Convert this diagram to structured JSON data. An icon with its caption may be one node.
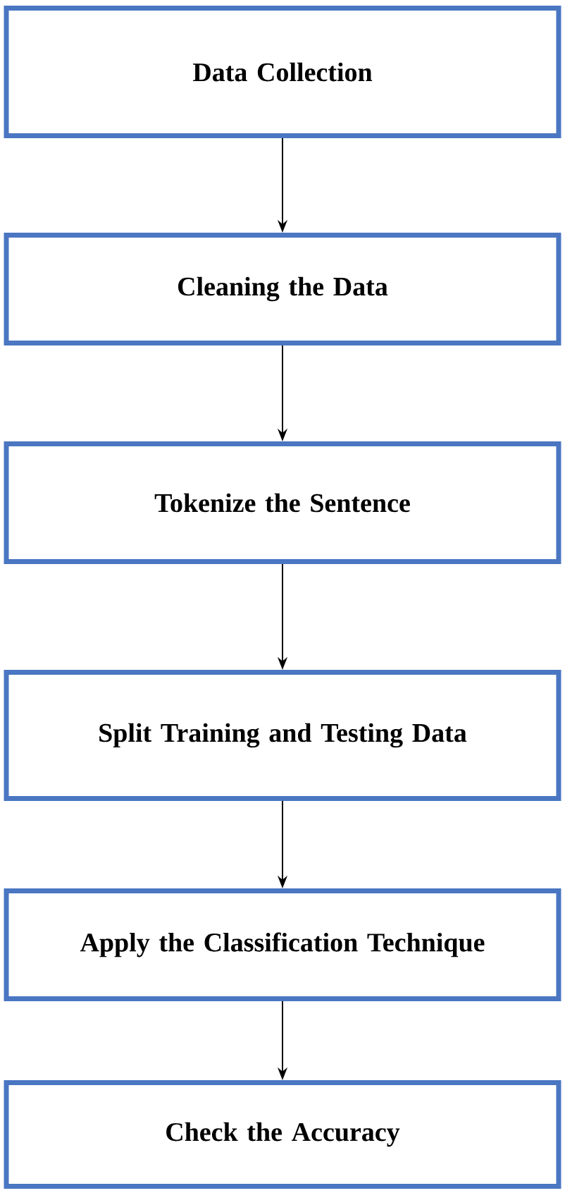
{
  "diagram": {
    "nodes": [
      {
        "text": [
          "Data Collection"
        ]
      },
      {
        "text": [
          "Cleaning the Data"
        ]
      },
      {
        "text": [
          "Tokenize the Sentence"
        ]
      },
      {
        "text": [
          "Split Training and Testing Data"
        ]
      },
      {
        "text": [
          "Apply the Classification Technique"
        ]
      },
      {
        "text": [
          "Check the Accuracy"
        ]
      }
    ],
    "edges": [
      {
        "from": 0,
        "to": 1,
        "arrow": "to"
      },
      {
        "from": 1,
        "to": 2,
        "arrow": "to"
      },
      {
        "from": 2,
        "to": 3,
        "arrow": "to"
      },
      {
        "from": 3,
        "to": 4,
        "arrow": "to"
      },
      {
        "from": 4,
        "to": 5,
        "arrow": "to"
      }
    ]
  }
}
